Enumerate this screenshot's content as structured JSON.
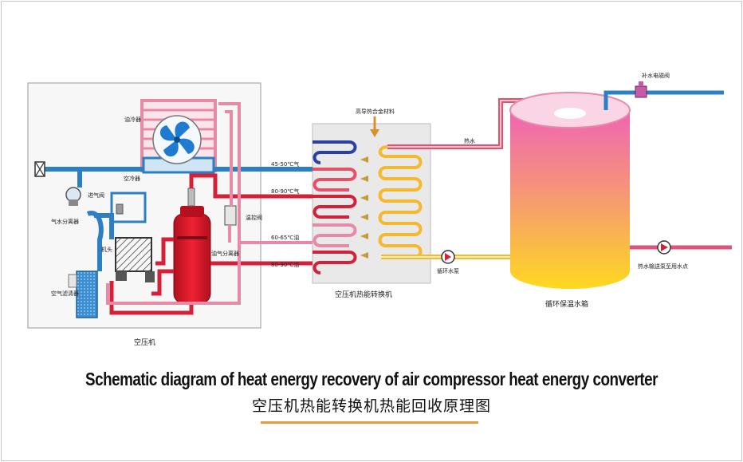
{
  "labels": {
    "oil_cooler": "油冷器",
    "air_cooler": "空冷器",
    "intake_valve": "进气阀",
    "water_separator": "气水分离器",
    "machine_head": "机头",
    "air_filter": "空气滤清器",
    "temp_valve": "温控阀",
    "oil_separator": "油气分离器",
    "compressor": "空压机",
    "alloy_material": "高导热合金材料",
    "temp_1": "45-50℃气",
    "temp_2": "80-90℃气",
    "temp_3": "60-65℃油",
    "temp_4": "80-90℃油",
    "converter": "空压机热能转换机",
    "hot_water": "热水",
    "circ_pump": "循环水泵",
    "tank": "循环保温水箱",
    "solenoid": "补水电磁阀",
    "delivery": "热水输送泵至用水点"
  },
  "title_en": "Schematic diagram of heat energy recovery of air compressor heat energy converter",
  "title_cn": "空压机热能转换机热能回收原理图",
  "colors": {
    "red_pipe": "#d4213a",
    "pink_pipe": "#e88aa6",
    "blue_pipe": "#2d7fc4",
    "fan_blue": "#1f7bd1",
    "tank_top": "#f06ab0",
    "tank_bottom": "#ffd21f",
    "yellow_coil": "#f5b82e"
  }
}
